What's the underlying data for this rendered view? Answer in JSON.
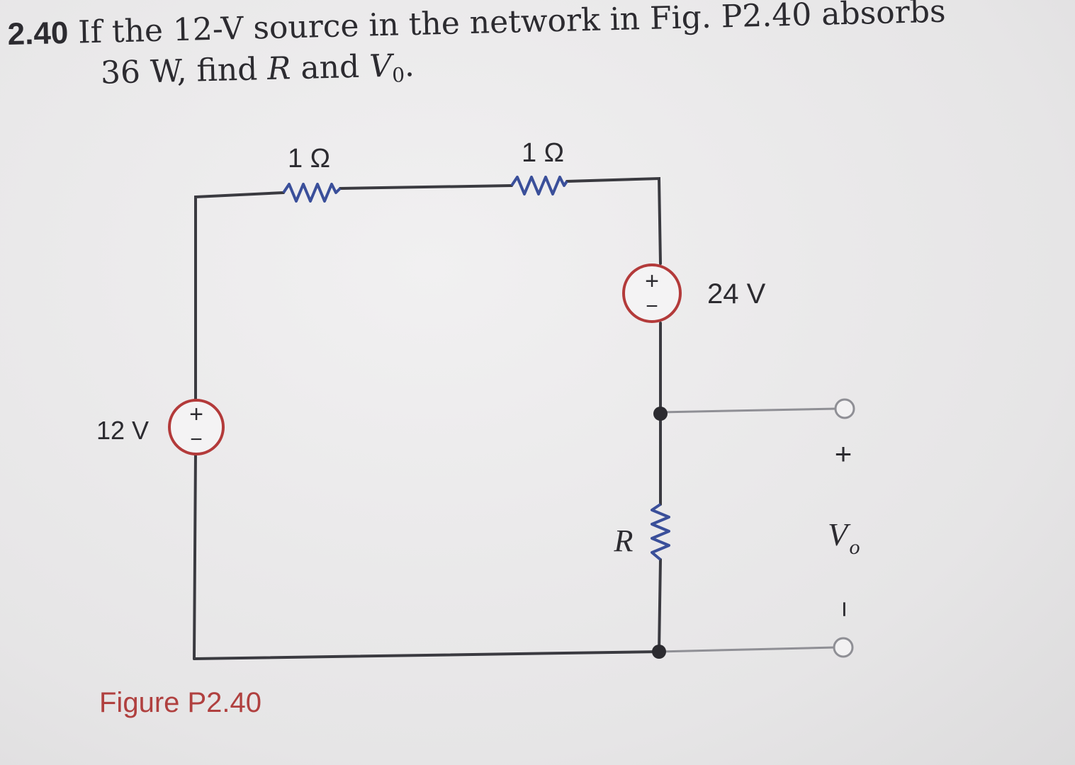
{
  "problem": {
    "number": "2.40",
    "line1": "If the 12-V source in the network in Fig. P2.40 absorbs",
    "line2_a": "36 W, find ",
    "line2_r": "R",
    "line2_b": " and ",
    "line2_v": "V",
    "line2_sub": "0",
    "line2_end": "."
  },
  "circuit": {
    "r1_label": "1 Ω",
    "r2_label": "1 Ω",
    "source_left_label": "12 V",
    "source_right_label": "24 V",
    "source_plus": "+",
    "source_minus": "−",
    "resistor_r_label": "R",
    "vo_plus": "+",
    "vo_minus": "−",
    "vo_label": "V",
    "vo_sub": "o",
    "wire_color": "#3a3a40",
    "resistor_color": "#3a4f9a",
    "source_color": "#b33a3a",
    "terminal_color": "#8f8f95"
  },
  "caption": "Figure P2.40"
}
